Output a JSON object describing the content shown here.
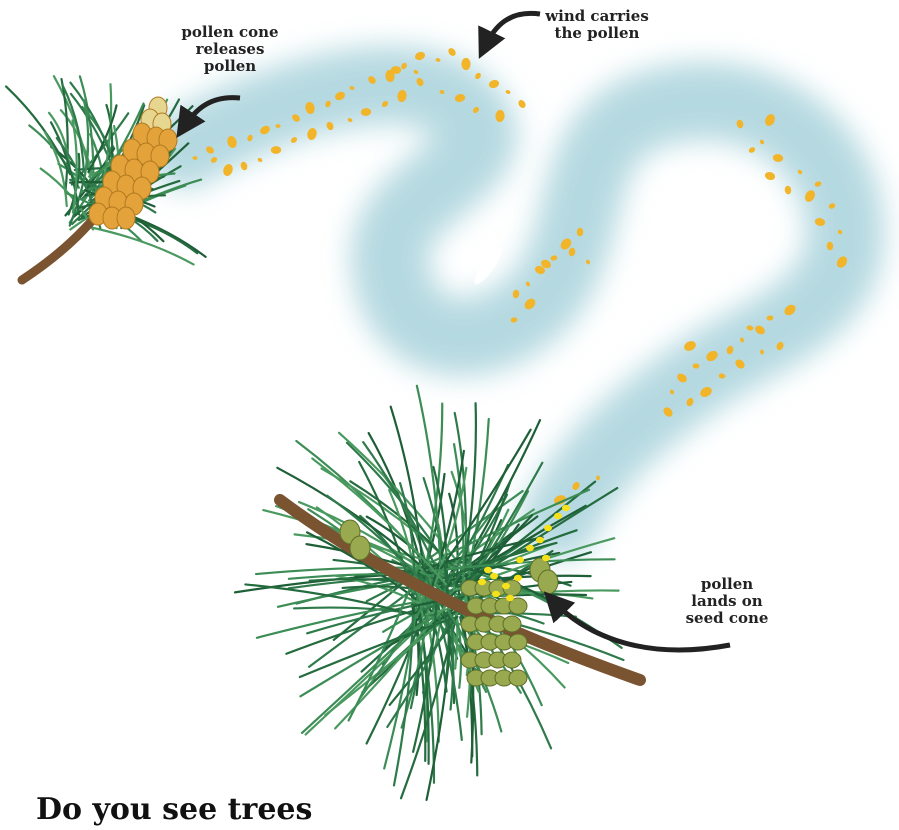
{
  "labels": {
    "pollen_release": "pollen cone\nreleases\npollen",
    "wind": "wind carries\nthe pollen",
    "pollen_lands": "pollen\nlands on\nseed cone"
  },
  "heading": "Do you see trees",
  "colors": {
    "wind_band": "#a9d3dc",
    "pollen": "#f2b428",
    "pollen_bright": "#f7e11a",
    "pollen_cone": "#e3a33a",
    "seed_cone": "#98a94f",
    "needle": "#2f7a4a",
    "branch": "#7a5330",
    "arrow": "#222222"
  },
  "icons": [
    "curved-arrow-icon"
  ]
}
